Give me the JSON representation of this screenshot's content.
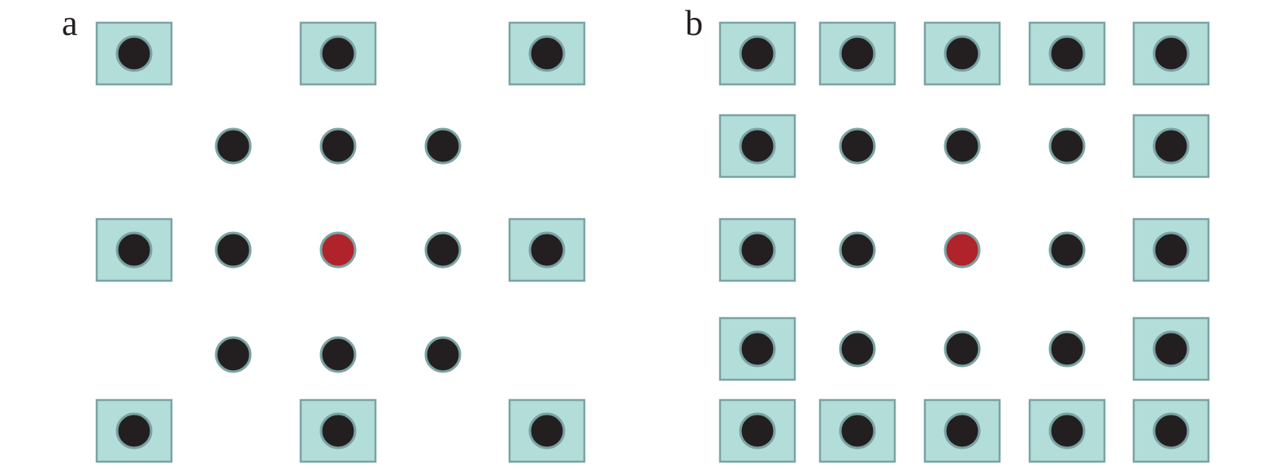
{
  "colors": {
    "background": "#ffffff",
    "square_fill": "#b2ddd9",
    "square_stroke": "#7ba3a3",
    "dot_fill": "#231f20",
    "center_dot_fill": "#b0232a",
    "dot_stroke": "#7ba3a3"
  },
  "panels": [
    {
      "id": "a",
      "label": "a",
      "grid": [
        [
          "square",
          "empty",
          "square",
          "empty",
          "square"
        ],
        [
          "empty",
          "dot",
          "dot",
          "dot",
          "empty"
        ],
        [
          "square",
          "dot",
          "center",
          "dot",
          "square"
        ],
        [
          "empty",
          "dot",
          "dot",
          "dot",
          "empty"
        ],
        [
          "square",
          "empty",
          "square",
          "empty",
          "square"
        ]
      ]
    },
    {
      "id": "b",
      "label": "b",
      "grid": [
        [
          "square",
          "square",
          "square",
          "square",
          "square"
        ],
        [
          "square",
          "dot",
          "dot",
          "dot",
          "square"
        ],
        [
          "square",
          "dot",
          "center",
          "dot",
          "square"
        ],
        [
          "square",
          "dot",
          "dot",
          "dot",
          "square"
        ],
        [
          "square",
          "square",
          "square",
          "square",
          "square"
        ]
      ]
    }
  ]
}
